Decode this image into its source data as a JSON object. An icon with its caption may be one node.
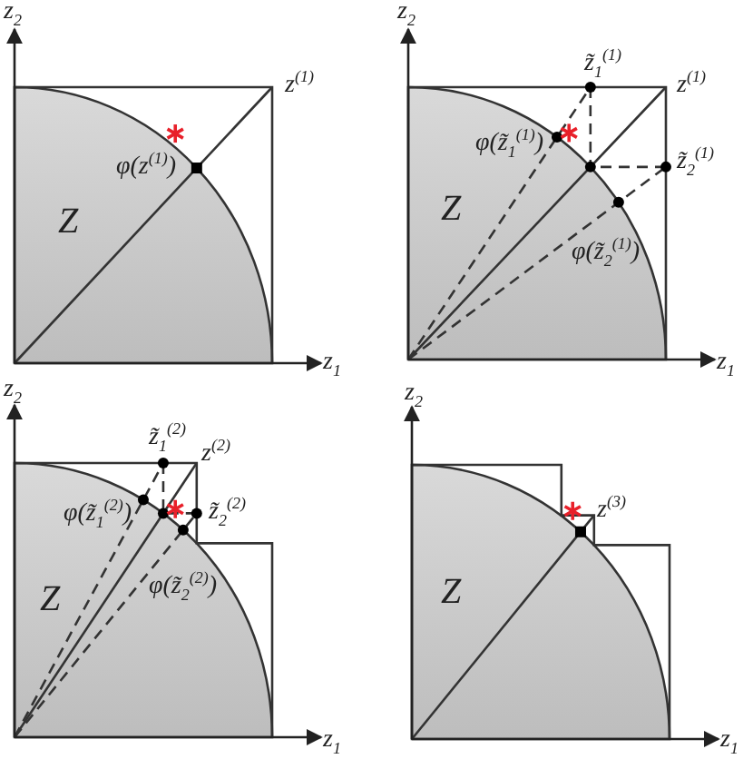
{
  "diagram": {
    "labels": [
      "z$_{2}$",
      "z$^{(1)}$",
      "φ(z$^{(1)}$)",
      "Z",
      "z$_{1}$",
      "z$_{2}$",
      "z̃$_{1}$$^{(1)}$",
      "z$^{(1)}$",
      "φ(z̃$_{1}$$^{(1)}$)",
      "z̃$_{2}$$^{(1)}$",
      "Z",
      "φ(z̃$_{2}$$^{(1)}$)",
      "z$_{1}$",
      "z$_{2}$",
      "z̃$_{1}$$^{(2)}$",
      "z$^{(2)}$",
      "φ(z̃$_{1}$$^{(2)}$)",
      "z̃$_{2}$$^{(2)}$",
      "Z",
      "φ(z̃$_{2}$$^{(2)}$)",
      "z$_{1}$",
      "z$_{2}$",
      "z$^{(3)}$",
      "Z",
      "z$_{1}$"
    ]
  }
}
